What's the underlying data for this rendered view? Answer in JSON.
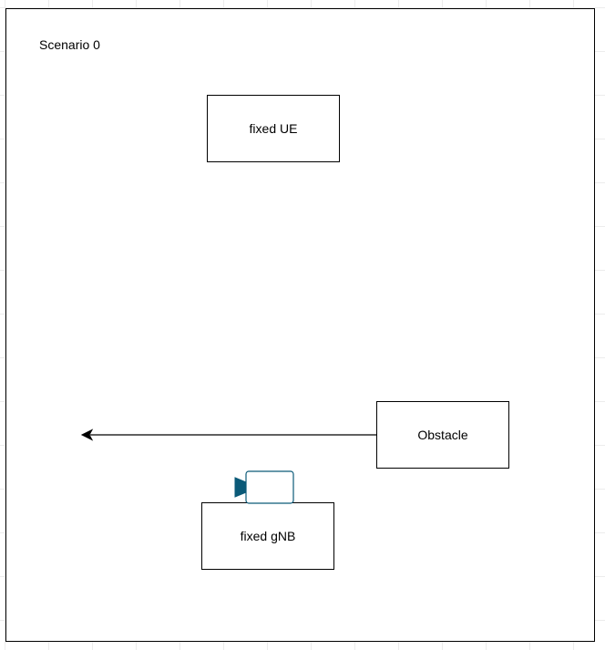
{
  "diagram": {
    "scenario_label": "Scenario 0",
    "nodes": {
      "ue": {
        "label": "fixed UE"
      },
      "obstacle": {
        "label": "Obstacle"
      },
      "gnb": {
        "label": "fixed gNB"
      }
    },
    "edges": [
      {
        "from": "obstacle",
        "direction": "left",
        "style": "solid",
        "head": "arrow"
      }
    ],
    "icons": {
      "gnb_device": "camera-icon"
    },
    "colors": {
      "stroke": "#000000",
      "camera_fill": "#0b5a78",
      "grid": "#ececec"
    }
  }
}
